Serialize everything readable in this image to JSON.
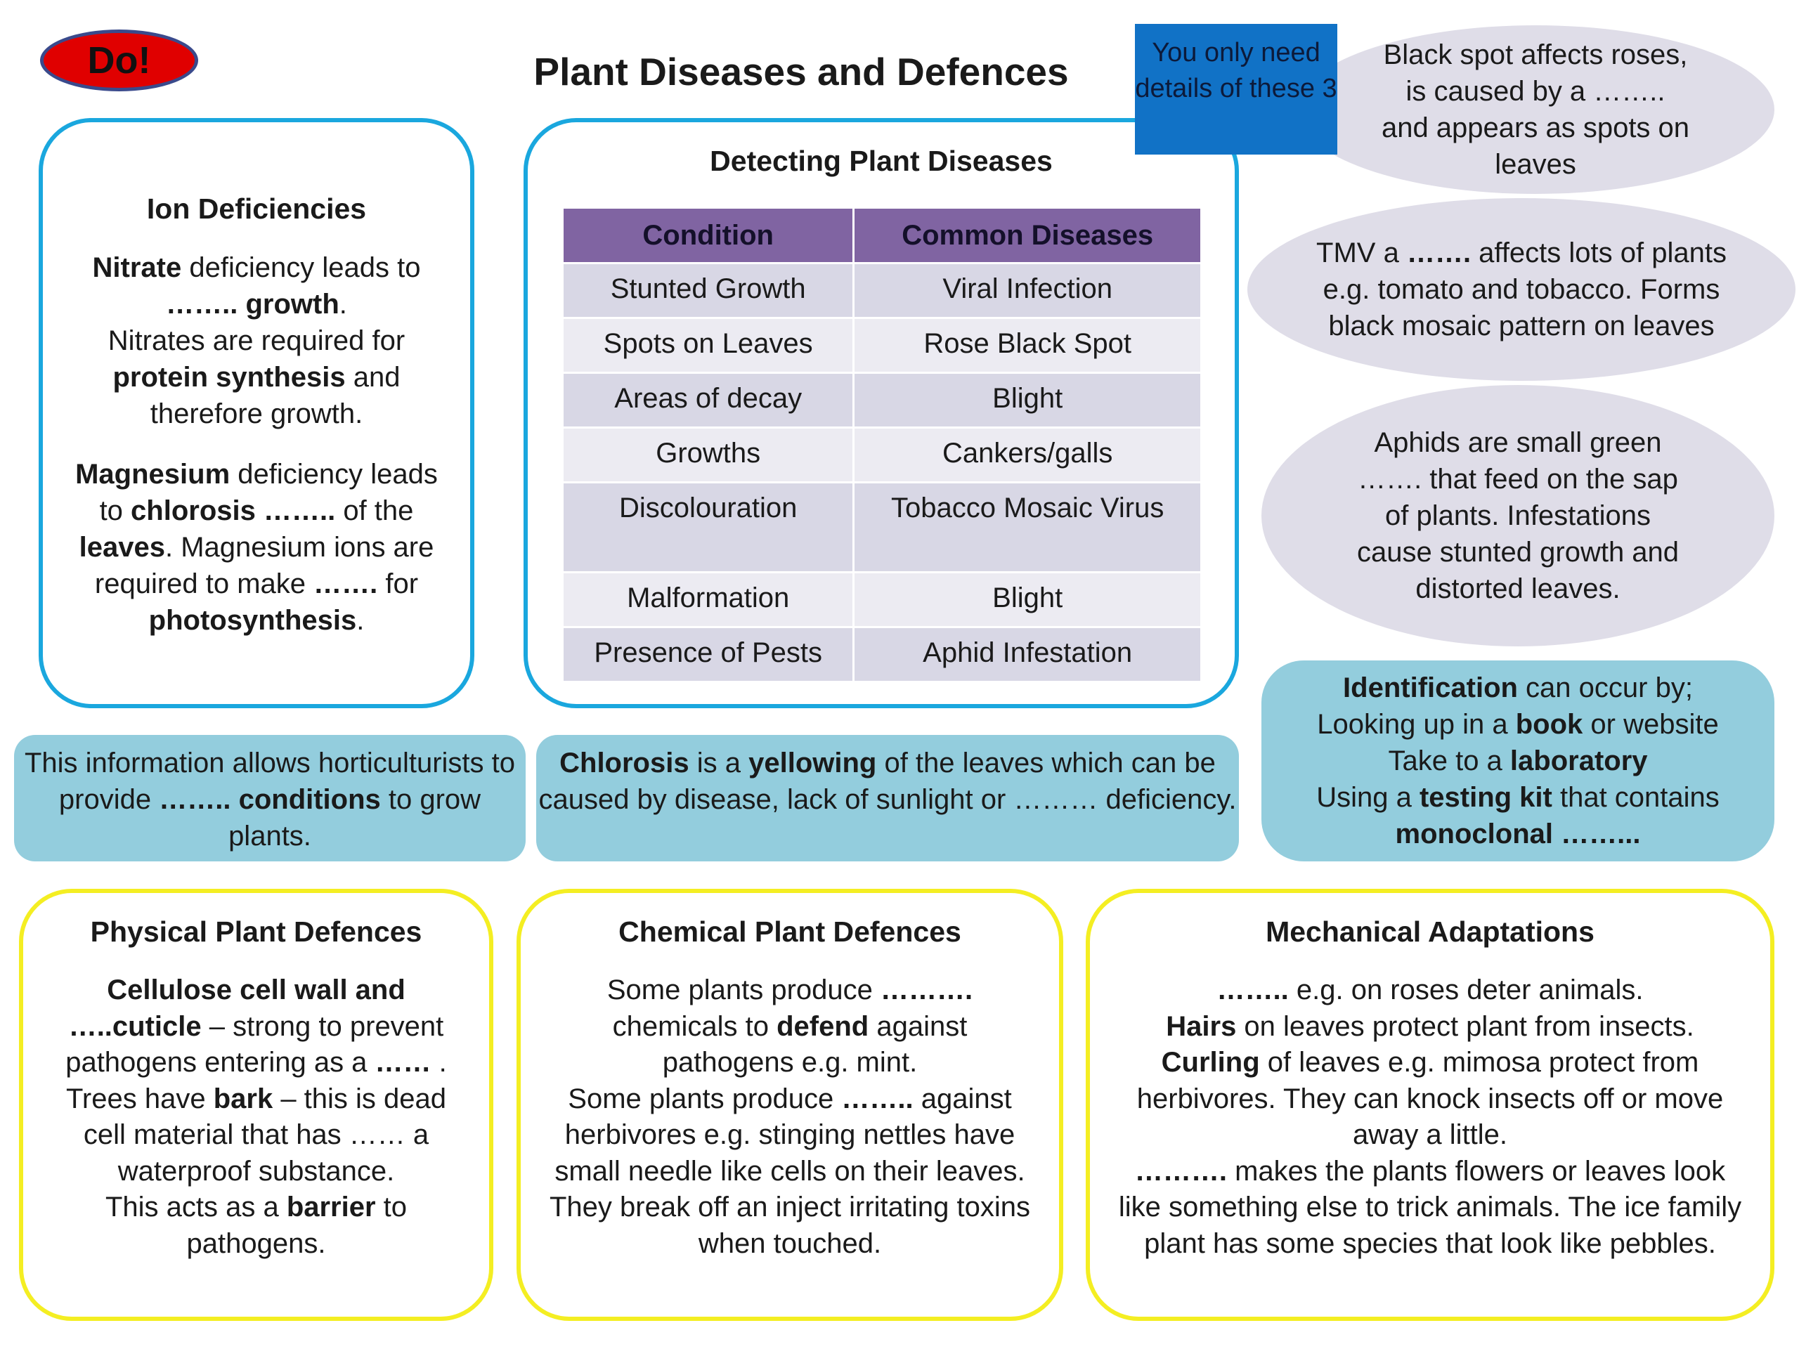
{
  "badge": {
    "label": "Do!"
  },
  "title": "Plant Diseases and Defences",
  "note": {
    "text": "You only need details of these 3"
  },
  "ion_deficiencies": {
    "title": "Ion Deficiencies",
    "nitrate_word": "Nitrate",
    "nitrate_text1": " deficiency leads to",
    "nitrate_blank_growth": "…….. growth",
    "nitrate_text2": ".",
    "nitrate_text3": "Nitrates are required for",
    "protein_synthesis": "protein synthesis",
    "nitrate_text4": " and therefore growth.",
    "magnesium_word": "Magnesium",
    "mg_text1": " deficiency leads to ",
    "chlorosis_blank": "chlorosis ……..",
    "mg_text2": " of the ",
    "leaves_word": "leaves",
    "mg_text3": ". Magnesium ions are required  to make ",
    "mg_blank": "…….",
    "mg_text4": " for ",
    "photosynthesis_word": "photosynthesis",
    "mg_text5": "."
  },
  "detecting": {
    "title": "Detecting Plant Diseases",
    "headers": [
      "Condition",
      "Common Diseases"
    ],
    "rows": [
      {
        "condition": "Stunted Growth",
        "disease": "Viral Infection"
      },
      {
        "condition": "Spots on Leaves",
        "disease": "Rose Black Spot"
      },
      {
        "condition": "Areas of decay",
        "disease": "Blight"
      },
      {
        "condition": "Growths",
        "disease": "Cankers/galls"
      },
      {
        "condition": "Discolouration",
        "disease": "Tobacco Mosaic Virus"
      },
      {
        "condition": "Malformation",
        "disease": "Blight"
      },
      {
        "condition": "Presence of Pests",
        "disease": "Aphid Infestation"
      }
    ]
  },
  "black_spot": {
    "text": "Black spot affects roses, is caused by a …….. and appears as spots on leaves"
  },
  "tmv": {
    "text1": "TMV a ",
    "blank": "…….",
    "text2": " affects lots of plants e.g. tomato and tobacco. Forms black mosaic pattern on leaves"
  },
  "aphids": {
    "text": "Aphids are small green ……. that feed on the sap of plants. Infestations cause stunted growth and distorted leaves."
  },
  "info": {
    "text1": "This information allows horticulturists to provide ",
    "blank": "…….. conditions",
    "text2": " to grow plants."
  },
  "chlorosis_note": {
    "chlorosis_word": "Chlorosis",
    "text1": " is a ",
    "yellowing_word": "yellowing",
    "text2": " of the leaves which can be caused by disease, lack of sunlight or ……… deficiency."
  },
  "identification": {
    "ident_word": "Identification",
    "text1": " can occur by;",
    "line2a": "Looking up in a ",
    "book_word": "book",
    "line2b": " or website",
    "line3a": "Take to a ",
    "lab_word": "laboratory",
    "line4a": "Using a ",
    "kit_word": "testing kit",
    "line4b": " that contains",
    "mono_word": "monoclonal ……..."
  },
  "physical": {
    "title": "Physical Plant Defences",
    "bold1": "Cellulose cell wall and …..cuticle",
    "text1": " – strong to prevent pathogens entering as a ",
    "blank1": "……",
    "text2": " .",
    "text3": "Trees have ",
    "bark_word": "bark",
    "text4": " – this is dead cell material that has …… a waterproof substance.",
    "text5": "This acts as a ",
    "barrier_word": "barrier",
    "text6": " to pathogens."
  },
  "chemical": {
    "title": "Chemical Plant Defences",
    "text1": "Some plants produce ",
    "blank1": "……….",
    "text2": " chemicals to ",
    "defend_word": "defend",
    "text3": " against pathogens e.g. mint.",
    "text4": "Some plants produce ",
    "blank2": "……..",
    "text5": " against herbivores e.g. stinging nettles have small needle like cells on their leaves. They break off an inject irritating toxins when touched."
  },
  "mechanical": {
    "title": "Mechanical Adaptations",
    "blank1": "……..",
    "text1": " e.g. on roses deter animals.",
    "hairs_word": "Hairs",
    "text2": " on leaves protect plant from insects.",
    "curling_word": "Curling",
    "text3": " of leaves e.g. mimosa protect from herbivores. They can knock insects off or move away a little.",
    "blank2": "……….",
    "text4": " makes the plants flowers or leaves look like something else to trick animals. The ice family plant has some species that look like pebbles."
  }
}
